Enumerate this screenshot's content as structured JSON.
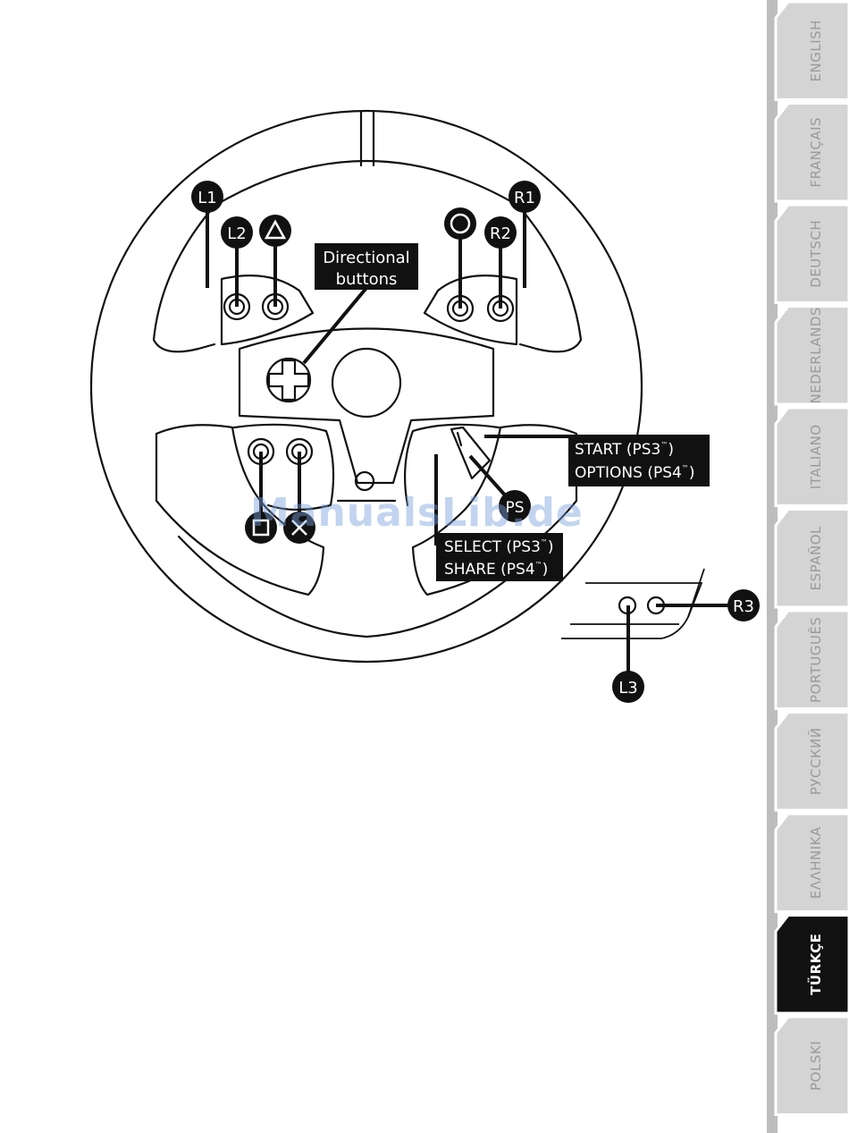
{
  "wheel": {
    "callouts": {
      "l1": "L1",
      "l2": "L2",
      "r1": "R1",
      "r2": "R2",
      "r3": "R3",
      "l3": "L3",
      "ps": "PS"
    },
    "directional_label": [
      "Directional",
      "buttons"
    ],
    "start_label": [
      "START (PS3",
      ")",
      "OPTIONS (PS4",
      ")"
    ],
    "select_label": [
      "SELECT (PS3",
      ")",
      "SHARE (PS4",
      ")"
    ],
    "tm": "™"
  },
  "watermark": "ManualsLib.de",
  "language_tabs": [
    {
      "label": "ENGLISH",
      "active": false
    },
    {
      "label": "FRANÇAIS",
      "active": false
    },
    {
      "label": "DEUTSCH",
      "active": false
    },
    {
      "label": "NEDERLANDS",
      "active": false
    },
    {
      "label": "ITALIANO",
      "active": false
    },
    {
      "label": "ESPAÑOL",
      "active": false
    },
    {
      "label": "PORTUGUÊS",
      "active": false
    },
    {
      "label": "РУССКИЙ",
      "active": false
    },
    {
      "label": "ΕΛΛΗΝΙΚΑ",
      "active": false
    },
    {
      "label": "TÜRKÇE",
      "active": true
    },
    {
      "label": "POLSKI",
      "active": false
    }
  ],
  "colors": {
    "tab_bg": "#d4d4d4",
    "tab_active_bg": "#111111",
    "tab_text": "#9a9a9a",
    "tab_active_text": "#ffffff",
    "ink": "#111111"
  }
}
